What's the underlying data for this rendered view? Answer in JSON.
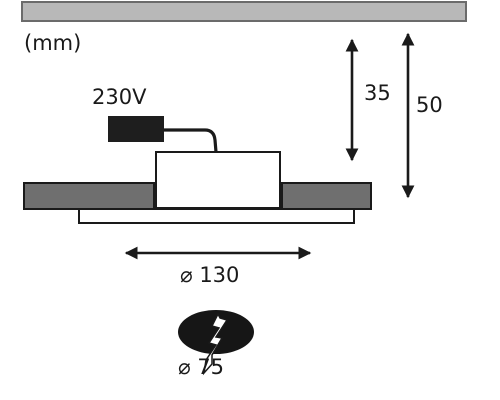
{
  "units_label": "(mm)",
  "voltage_label": "230V",
  "height_inner": "35",
  "height_total": "50",
  "diameter_outer": "⌀ 130",
  "cutout_diameter": "⌀ 75",
  "colors": {
    "ceiling_fill": "#b8b8b8",
    "ceiling_stroke": "#6b6b6b",
    "panel_fill": "#6f6f6f",
    "driver_block": "#1e1e1e",
    "line": "#1a1a1a",
    "cutout_fill": "#161616"
  }
}
